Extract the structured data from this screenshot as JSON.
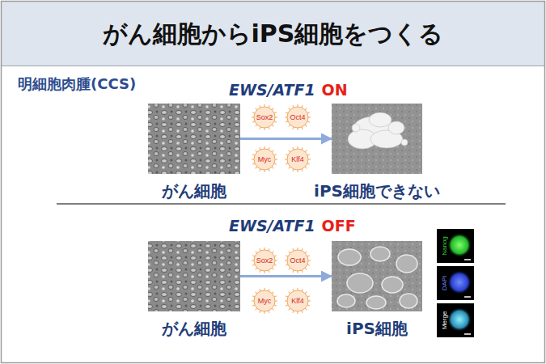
{
  "diagram": {
    "title": "がん細胞からiPS細胞をつくる",
    "nodes": [
      {
        "text": [
          "がん細胞"
        ]
      },
      {
        "text": [
          "Sox2"
        ]
      },
      {
        "text": [
          "Oct4"
        ]
      },
      {
        "text": [
          "Myc"
        ]
      },
      {
        "text": [
          "Klf4"
        ]
      },
      {
        "text": [
          "iPS細胞できない"
        ]
      },
      {
        "text": [
          "がん細胞"
        ]
      },
      {
        "text": [
          "Sox2"
        ]
      },
      {
        "text": [
          "Oct4"
        ]
      },
      {
        "text": [
          "Myc"
        ]
      },
      {
        "text": [
          "Klf4"
        ]
      },
      {
        "text": [
          "iPS細胞"
        ]
      },
      {
        "text": [
          "Nanog"
        ]
      },
      {
        "text": [
          "DAPI"
        ]
      },
      {
        "text": [
          "Merge"
        ]
      }
    ],
    "edges": [
      {
        "from": 0,
        "to": 5,
        "arrow": "to"
      },
      {
        "from": 6,
        "to": 11,
        "arrow": "to"
      }
    ],
    "labels": [
      "明細胞肉腫(CCS)",
      "EWS/ATF1",
      "ON",
      "EWS/ATF1",
      "OFF"
    ]
  }
}
